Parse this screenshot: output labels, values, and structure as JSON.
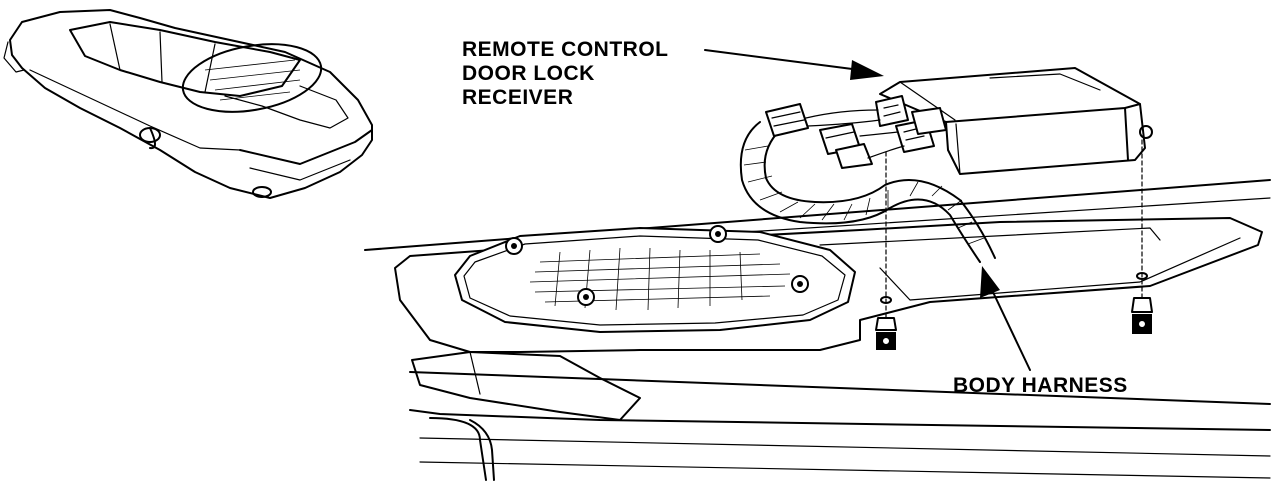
{
  "labels": {
    "receiver": [
      "REMOTE CONTROL",
      "DOOR LOCK",
      "RECEIVER"
    ],
    "harness": "BODY HARNESS"
  },
  "colors": {
    "ink": "#000000",
    "paper": "#ffffff"
  }
}
